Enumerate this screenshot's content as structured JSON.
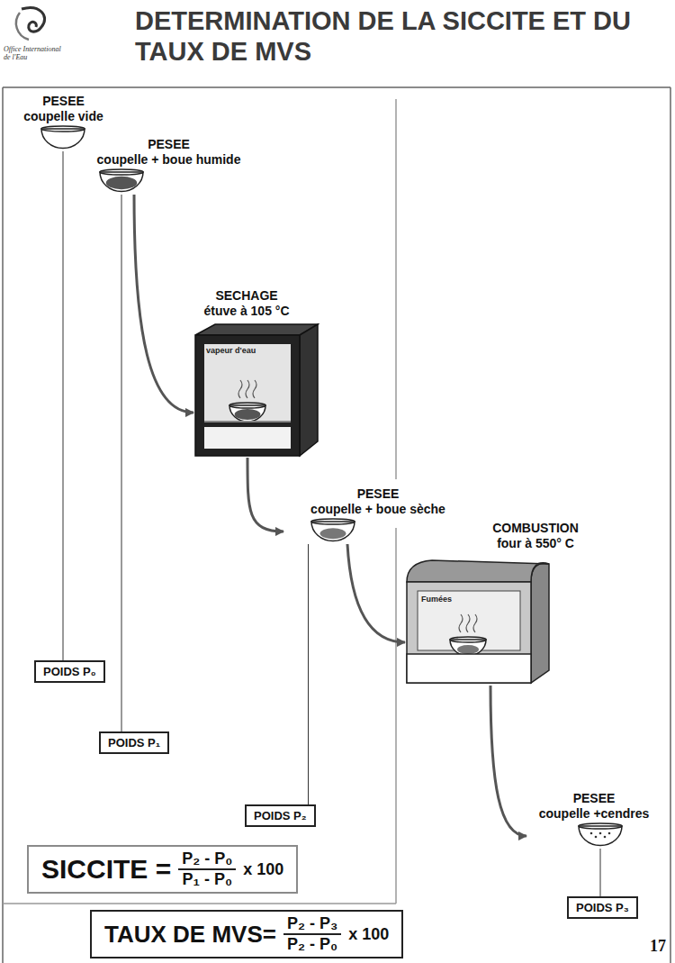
{
  "diagram": {
    "title": "DETERMINATION DE LA SICCITE ET DU TAUX DE MVS",
    "nodes": [
      {
        "text": [
          "PESEE",
          "coupelle vide"
        ]
      },
      {
        "text": [
          "PESEE",
          "coupelle + boue humide"
        ]
      },
      {
        "text": [
          "SECHAGE",
          "étuve à 105 °C",
          "vapeur d'eau"
        ]
      },
      {
        "text": [
          "PESEE",
          "coupelle + boue sèche"
        ]
      },
      {
        "text": [
          "COMBUSTION",
          "four à 550° C",
          "Fumées"
        ]
      },
      {
        "text": [
          "PESEE",
          "coupelle +cendres"
        ]
      },
      {
        "text": [
          "POIDS P₀"
        ]
      },
      {
        "text": [
          "POIDS P₁"
        ]
      },
      {
        "text": [
          "POIDS P₂"
        ]
      },
      {
        "text": [
          "POIDS P₃"
        ]
      },
      {
        "text": [
          "SICCITE =",
          "P₂ - P₀",
          "P₁ - P₀",
          "x 100"
        ]
      },
      {
        "text": [
          "TAUX DE MVS=",
          "P₂ - P₃",
          "P₂ - P₀",
          "x 100"
        ]
      }
    ],
    "edges": [
      {
        "from": 0,
        "to": 6,
        "arrow": "none"
      },
      {
        "from": 1,
        "to": 7,
        "arrow": "none"
      },
      {
        "from": 1,
        "to": 2,
        "arrow": "to"
      },
      {
        "from": 2,
        "to": 3,
        "arrow": "to"
      },
      {
        "from": 3,
        "to": 8,
        "arrow": "none"
      },
      {
        "from": 3,
        "to": 4,
        "arrow": "to"
      },
      {
        "from": 4,
        "to": 5,
        "arrow": "to"
      },
      {
        "from": 5,
        "to": 9,
        "arrow": "none"
      }
    ],
    "labels": [
      "Office International de l'Eau",
      "17"
    ]
  }
}
